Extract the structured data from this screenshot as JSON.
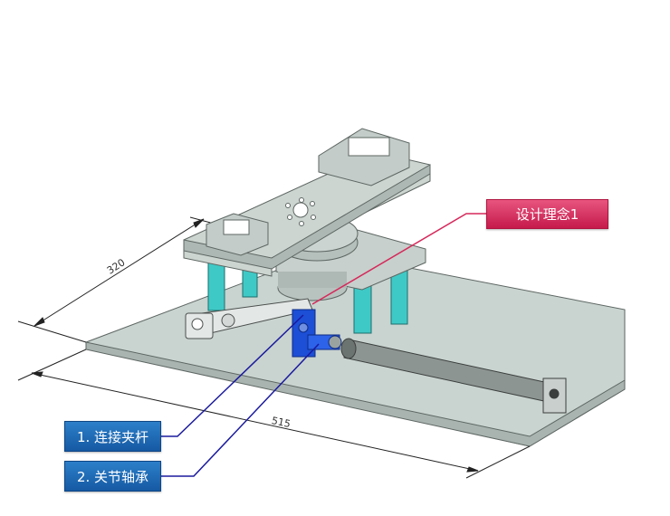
{
  "callouts": {
    "design_concept": "设计理念1",
    "item1": "1. 连接夹杆",
    "item2": "2. 关节轴承"
  },
  "dimensions": {
    "depth": "320",
    "width": "515"
  },
  "colors": {
    "pink_callout": "#d6285a",
    "blue_callout": "#1e6bb8",
    "leader_pink": "#d6285a",
    "leader_blue": "#1a1a9e",
    "plate": "#c9d3cf",
    "post": "#3fc9c6",
    "part_blue": "#1d4fd6"
  }
}
